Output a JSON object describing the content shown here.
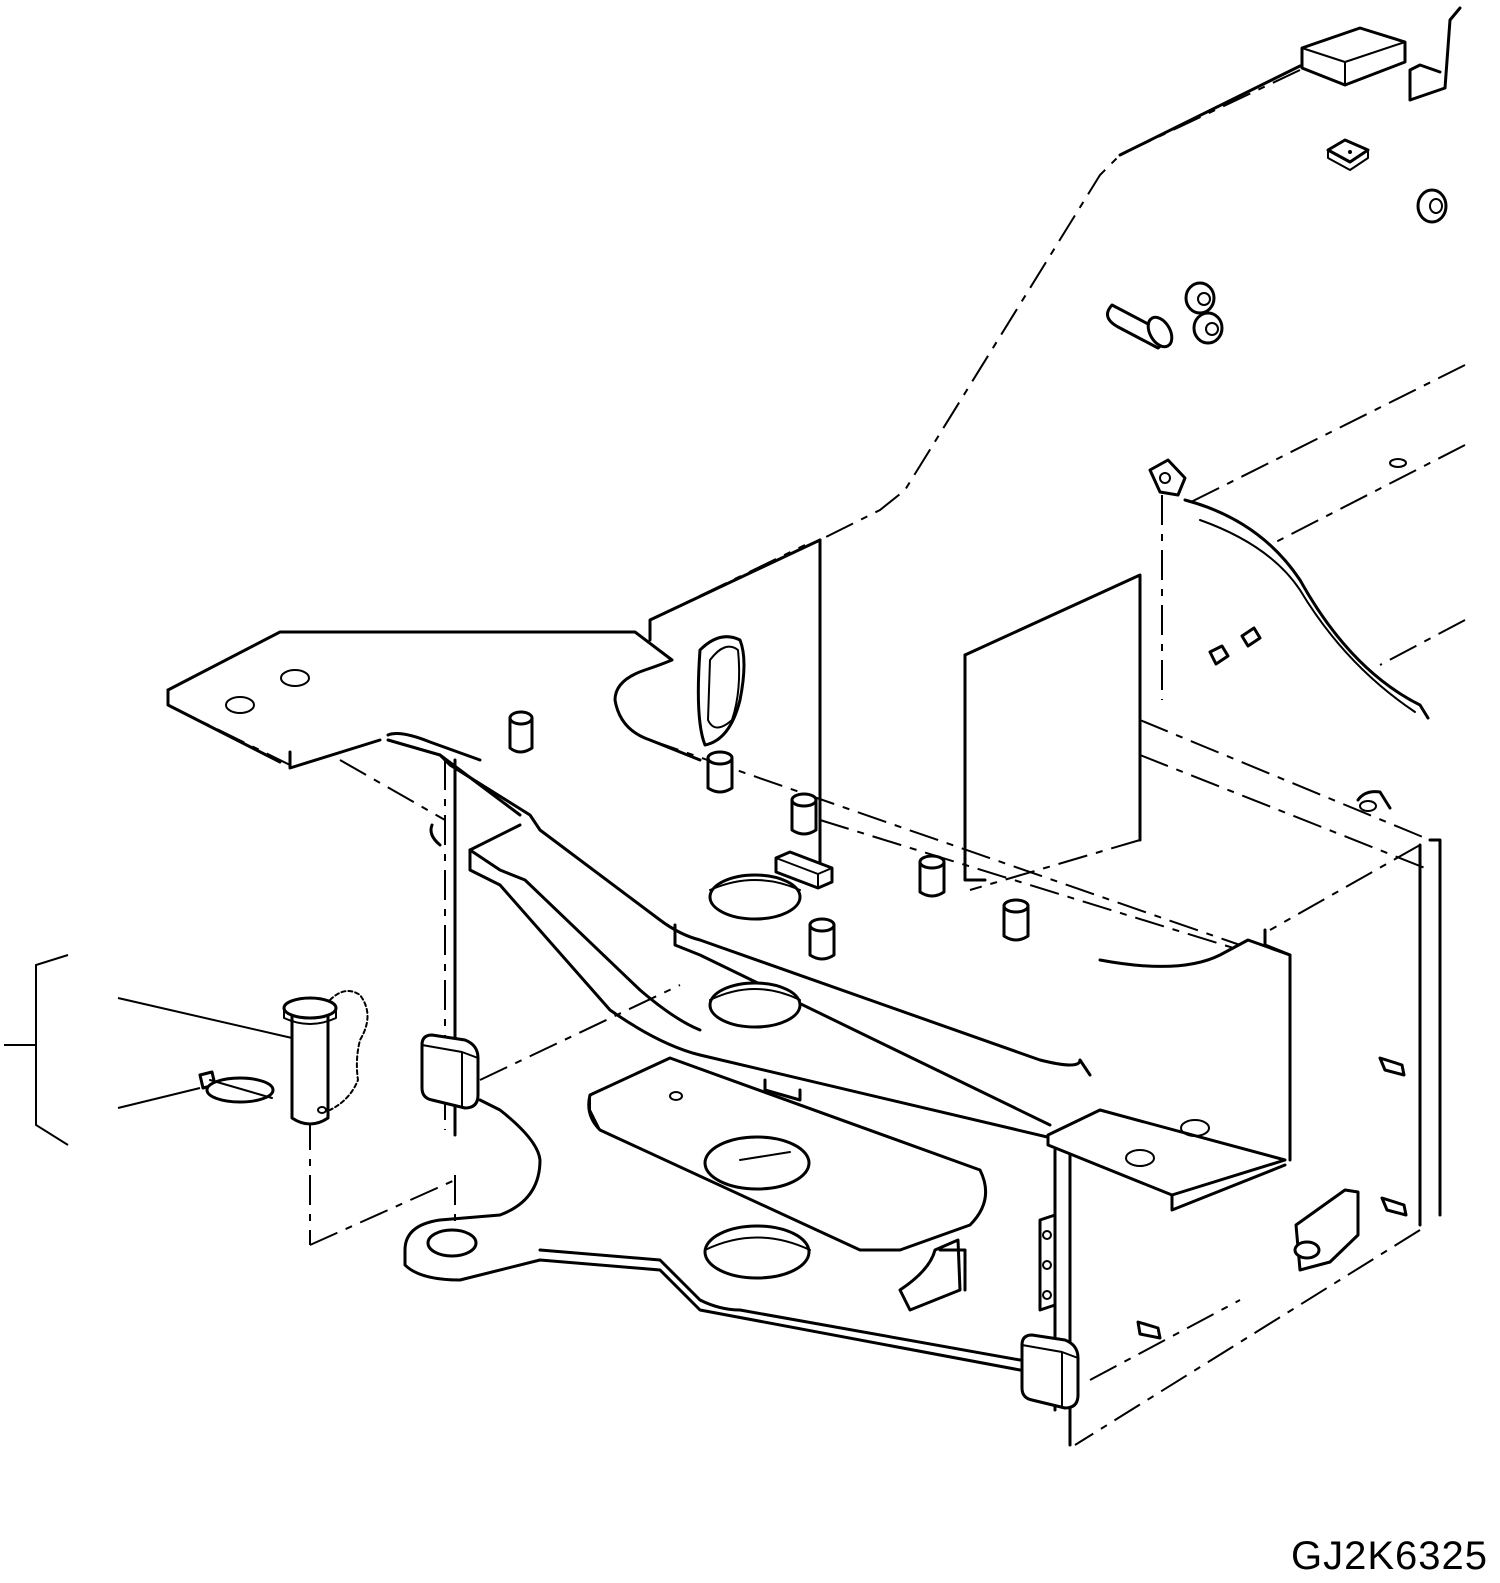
{
  "drawing": {
    "code": "GJ2K6325",
    "background": "#ffffff",
    "line_color": "#000000"
  },
  "callouts": [
    {
      "part": "pin-with-chain",
      "label": ""
    },
    {
      "part": "lock-pin",
      "label": ""
    }
  ]
}
